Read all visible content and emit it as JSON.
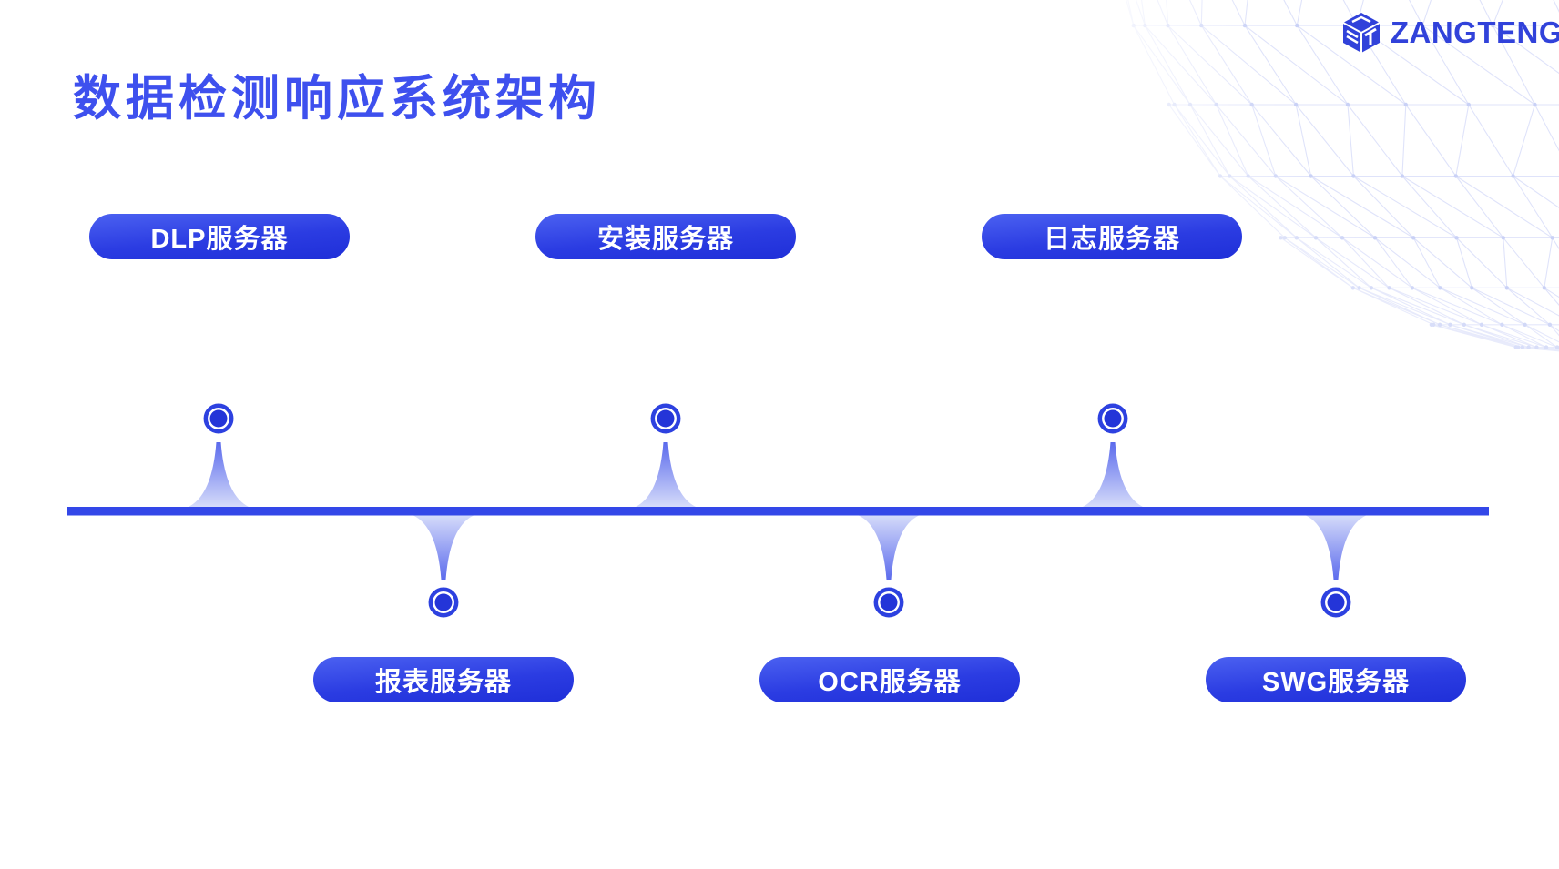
{
  "title": "数据检测响应系统架构",
  "logo": {
    "brand": "ZANGTENG",
    "icon": "cube-logo-icon"
  },
  "colors": {
    "accent_title": "#3e50ee",
    "brand_text": "#3142da",
    "pill_gradient_top": "#4b61f1",
    "pill_gradient_bottom": "#1f2fd8",
    "timeline_bar": "#3347e8",
    "node_ring": "#2d41e0",
    "node_dot": "#2435d8",
    "spike_dark": "#5767ec",
    "spike_light": "#d6dcfa",
    "mesh_line": "#dfe3fa",
    "mesh_dot": "#c9d1f6",
    "background": "#ffffff"
  },
  "timeline": {
    "top_servers": [
      {
        "label": "DLP服务器"
      },
      {
        "label": "安装服务器"
      },
      {
        "label": "日志服务器"
      }
    ],
    "bottom_servers": [
      {
        "label": "报表服务器"
      },
      {
        "label": "OCR服务器"
      },
      {
        "label": "SWG服务器"
      }
    ]
  }
}
